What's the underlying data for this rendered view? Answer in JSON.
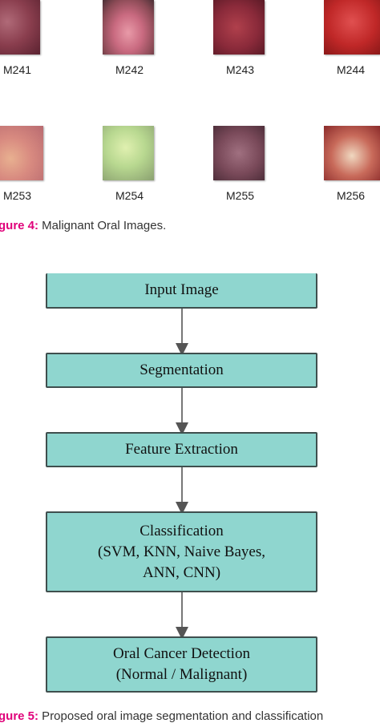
{
  "fig4": {
    "images": [
      {
        "label": "M241",
        "name": "m241"
      },
      {
        "label": "M242",
        "name": "m242"
      },
      {
        "label": "M243",
        "name": "m243"
      },
      {
        "label": "M244",
        "name": "m244"
      },
      {
        "label": "M253",
        "name": "m253"
      },
      {
        "label": "M254",
        "name": "m254"
      },
      {
        "label": "M255",
        "name": "m255"
      },
      {
        "label": "M256",
        "name": "m256"
      }
    ],
    "caption_prefix": "gure 4:",
    "caption_text": " Malignant Oral Images."
  },
  "flowchart": {
    "steps": [
      "Input Image",
      "Segmentation",
      "Feature Extraction",
      "Classification\n(SVM, KNN, Naive Bayes,\nANN, CNN)",
      "Oral Cancer Detection\n(Normal / Malignant)"
    ]
  },
  "fig5": {
    "caption_prefix": "gure 5:",
    "caption_text": " Proposed oral image segmentation and classification"
  },
  "colors": {
    "box_fill": "#8fd6cf",
    "caption_accent": "#e0007a"
  }
}
